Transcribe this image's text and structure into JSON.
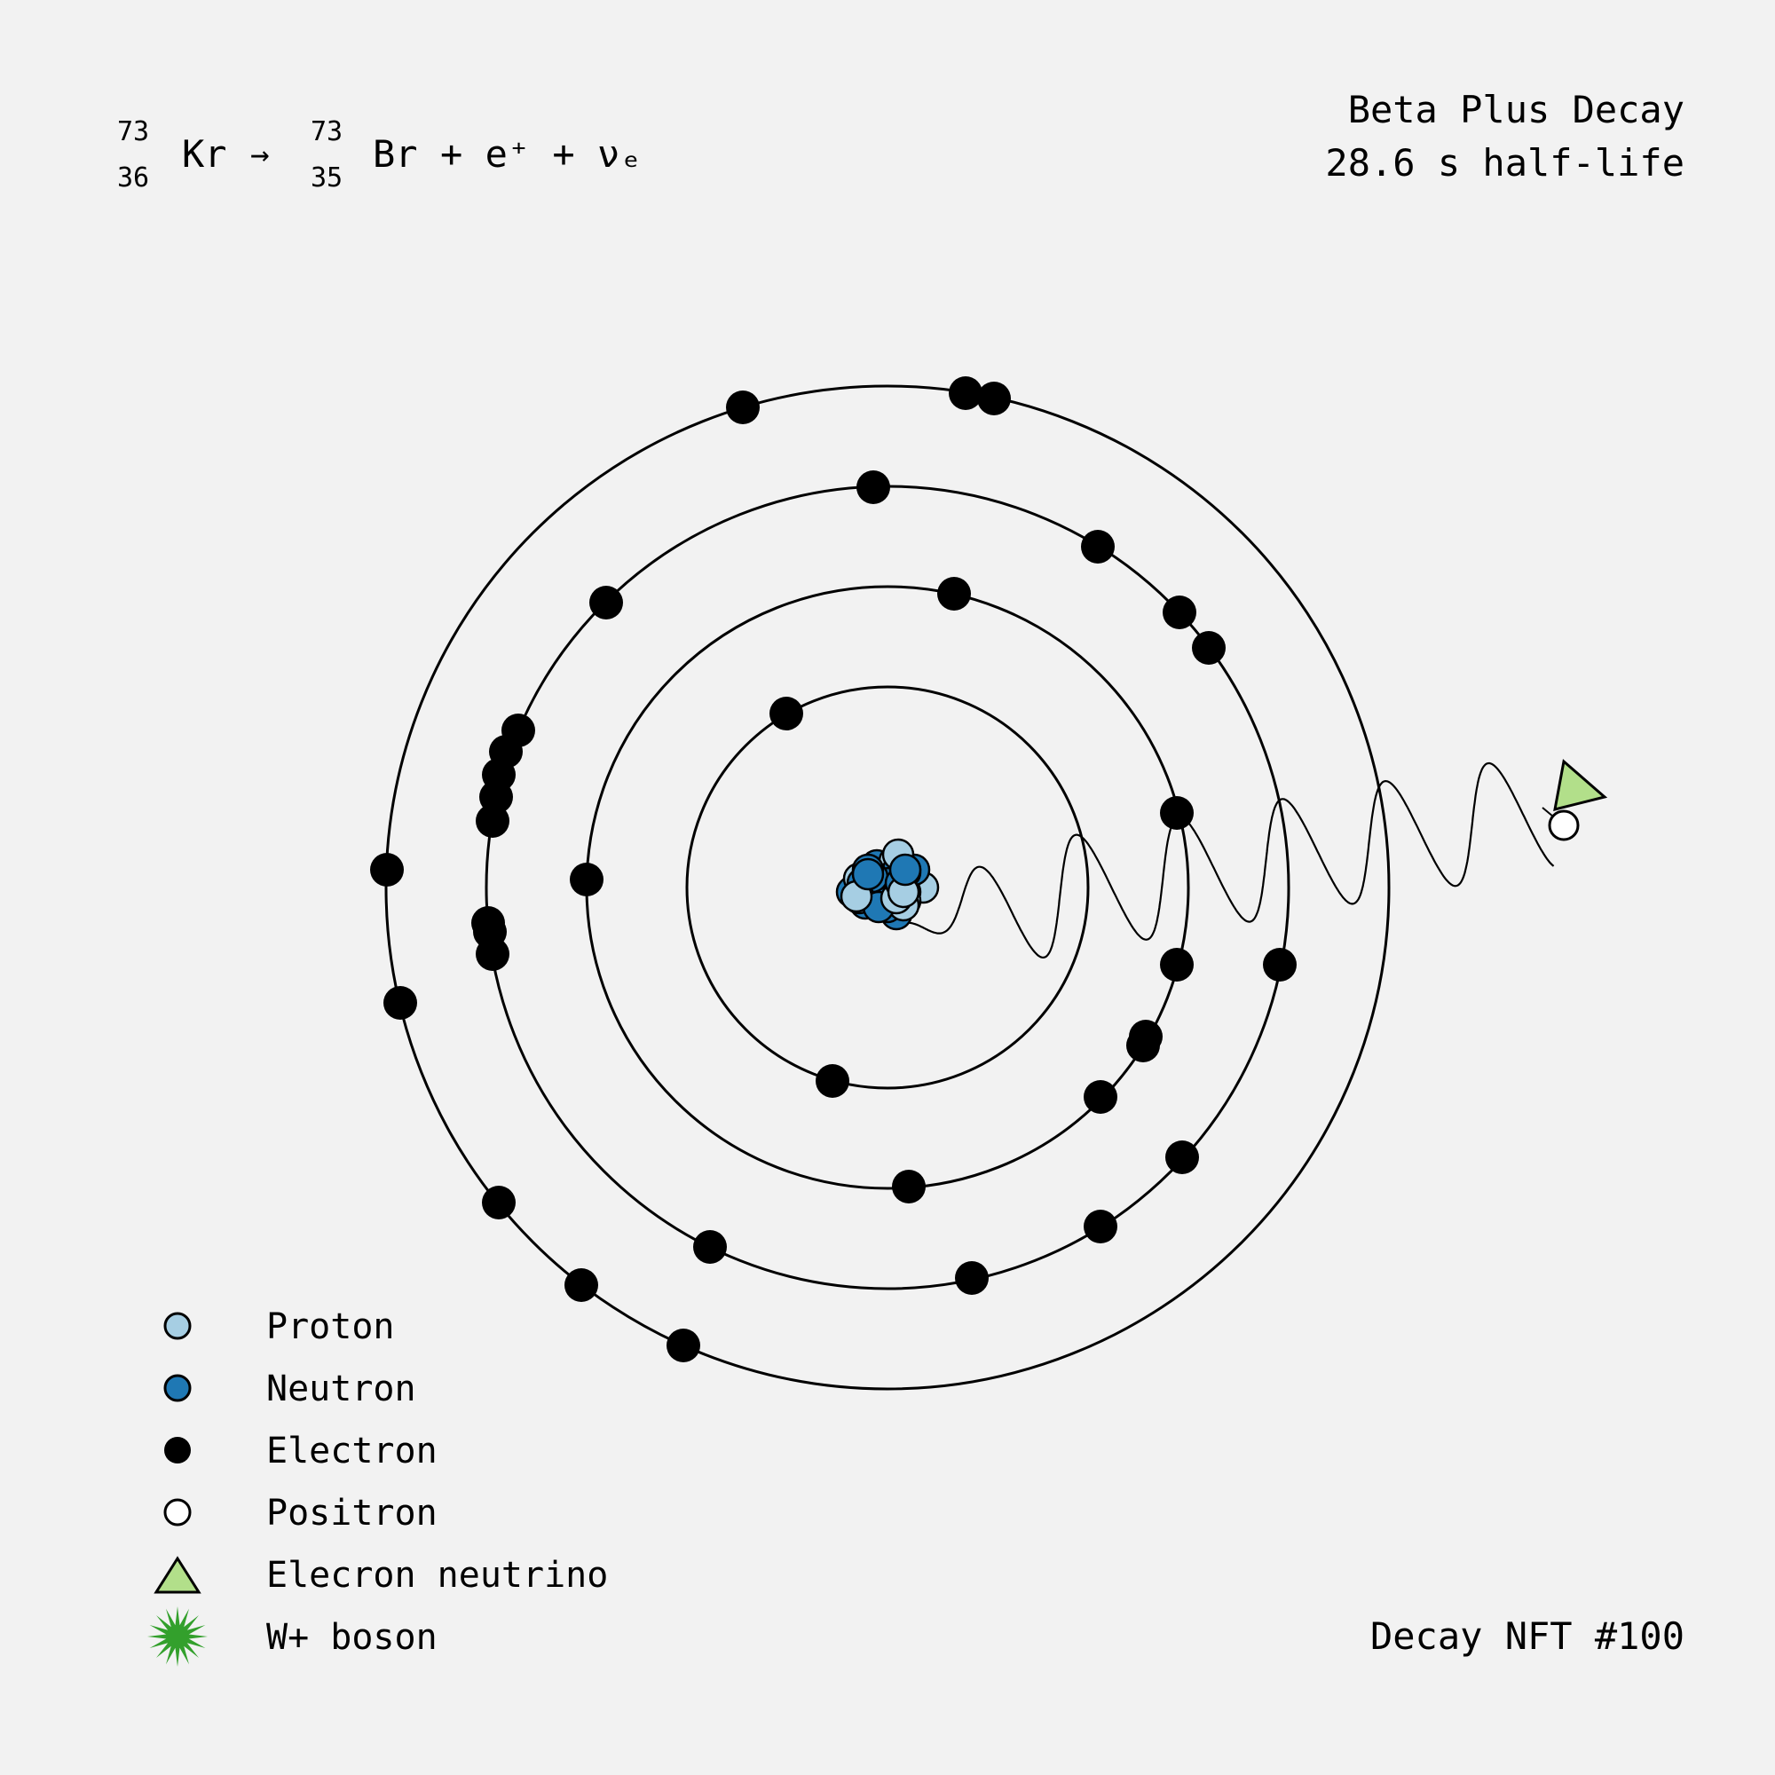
{
  "equation": {
    "parent": {
      "mass": "73",
      "atomic": "36",
      "symbol": "Kr"
    },
    "arrow": "→",
    "daughter": {
      "mass": "73",
      "atomic": "35",
      "symbol": "Br"
    },
    "products": "+ e⁺ + νₑ"
  },
  "decay_type": "Beta Plus Decay",
  "half_life": "28.6 s half-life",
  "nft_label": "Decay NFT #100",
  "legend": [
    {
      "label": "Proton",
      "icon": "proton-icon"
    },
    {
      "label": "Neutron",
      "icon": "neutron-icon"
    },
    {
      "label": "Electron",
      "icon": "electron-icon"
    },
    {
      "label": "Positron",
      "icon": "positron-icon"
    },
    {
      "label": "Elecron neutrino",
      "icon": "neutrino-icon"
    },
    {
      "label": "W+ boson",
      "icon": "w-boson-icon"
    }
  ],
  "shells": [
    {
      "electrons": 2
    },
    {
      "electrons": 8
    },
    {
      "electrons": 18
    },
    {
      "electrons": 8
    }
  ],
  "colors": {
    "background": "#f2f2f2",
    "proton": "#a6cee3",
    "neutron": "#1f78b4",
    "electron": "#000000",
    "positron": "#ffffff",
    "neutrino": "#b2df8a",
    "w_boson": "#33a02c"
  }
}
